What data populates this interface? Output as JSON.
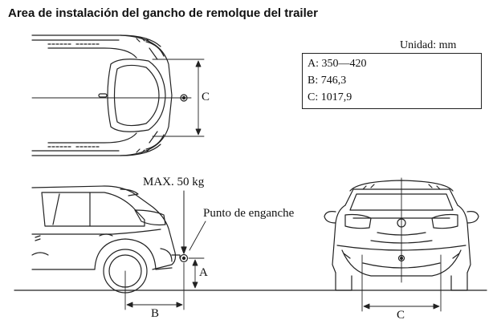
{
  "title": "Area de instalación del gancho de remolque del trailer",
  "unit_label": "Unidad: mm",
  "specs": [
    {
      "text": "A: 350—420"
    },
    {
      "text": "B: 746,3"
    },
    {
      "text": "C: 1017,9"
    }
  ],
  "labels": {
    "top_view_c": "C",
    "max_load": "MAX. 50 kg",
    "hitch_point": "Punto de enganche",
    "side_a": "A",
    "side_b": "B",
    "rear_c": "C"
  }
}
